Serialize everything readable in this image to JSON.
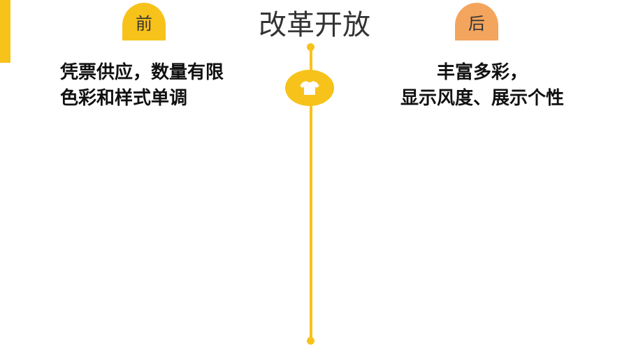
{
  "title": "改革开放",
  "before": {
    "badge": "前",
    "lines": [
      "凭票供应，数量有限",
      "色彩和样式单调"
    ]
  },
  "after": {
    "badge": "后",
    "lines": [
      "丰富多彩，",
      "显示风度、展示个性"
    ]
  },
  "timeline": {
    "icon": "tshirt-icon"
  },
  "colors": {
    "accent_yellow": "#f7c21a",
    "accent_orange": "#f4a55d"
  }
}
